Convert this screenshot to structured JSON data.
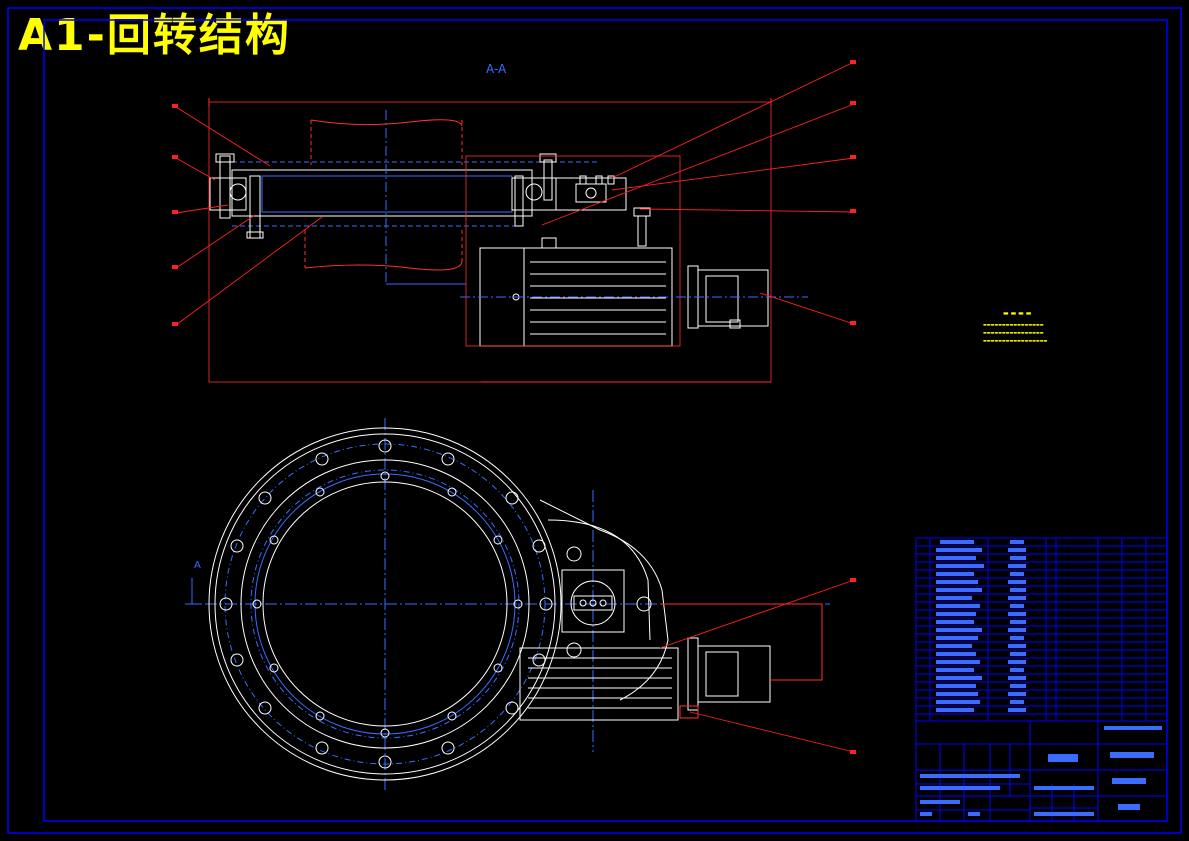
{
  "title": "A1-回转结构",
  "section_label": "A-A",
  "view_marker": "A",
  "colors": {
    "background": "#000000",
    "frame": "#0000ff",
    "drawing": "#ffffff",
    "centerline": "#3a6cff",
    "leader": "#ff2020",
    "title": "#ffff00"
  }
}
